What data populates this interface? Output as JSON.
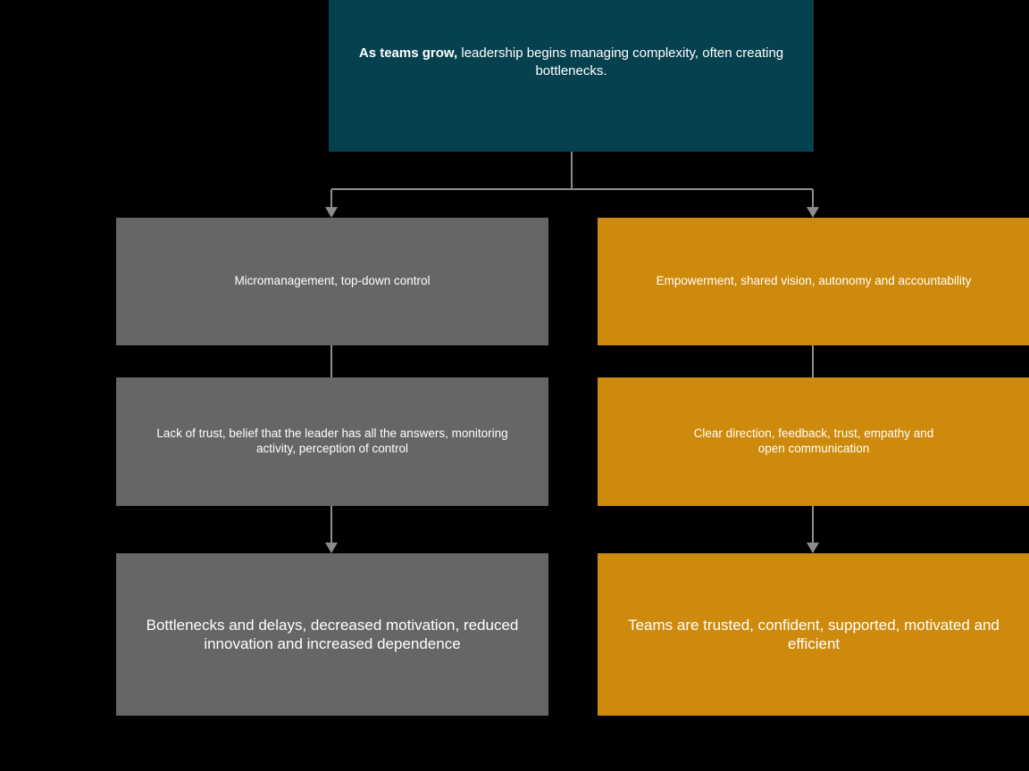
{
  "diagram": {
    "type": "flowchart",
    "background_color": "#000000",
    "connector_color": "#8c8c8c",
    "root": {
      "id": "root",
      "lead_text": "As teams grow,",
      "rest_text": " leadership begins managing complexity, often creating bottlenecks.",
      "background_color": "#06414f",
      "text_color": "#ffffff"
    },
    "branches": [
      {
        "id": "left",
        "name": "micromanagement-branch",
        "background_color": "#666666",
        "text_color": "#ffffff",
        "steps": [
          {
            "id": "left-1",
            "label": "Micromanagement, top-down control"
          },
          {
            "id": "left-2",
            "label": "Lack of trust, belief that the leader has all the answers, monitoring\nactivity, perception of control"
          },
          {
            "id": "left-3",
            "label": "Bottlenecks and delays, decreased motivation, reduced\ninnovation and increased dependence"
          }
        ]
      },
      {
        "id": "right",
        "name": "empowerment-branch",
        "background_color": "#ce8a0c",
        "text_color": "#ffffff",
        "steps": [
          {
            "id": "right-1",
            "label": "Empowerment, shared vision, autonomy and accountability"
          },
          {
            "id": "right-2",
            "label": "Clear direction, feedback, trust, empathy and\nopen communication"
          },
          {
            "id": "right-3",
            "label": "Teams are trusted, confident, supported, motivated and\nefficient"
          }
        ]
      }
    ]
  }
}
